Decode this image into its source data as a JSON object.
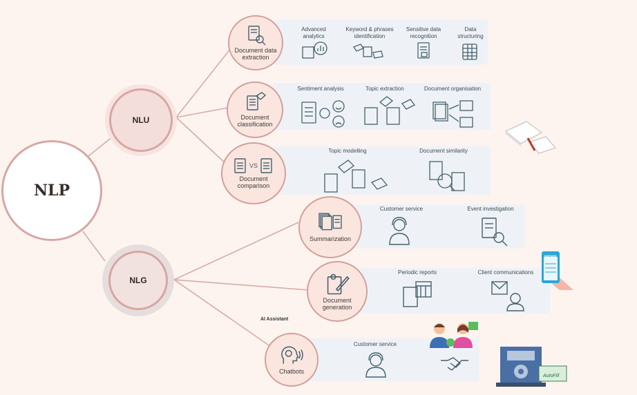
{
  "root": "NLP",
  "branches": [
    {
      "label": "NLU"
    },
    {
      "label": "NLG"
    }
  ],
  "nodes": {
    "extraction": {
      "label": "Document data extraction",
      "features": [
        "Advanced analytics",
        "Keyword & phrases identification",
        "Sensitive data recognition",
        "Data structuring"
      ]
    },
    "classification": {
      "label": "Document classification",
      "features": [
        "Sentiment analysis",
        "Topic extraction",
        "Document organisation"
      ]
    },
    "comparison": {
      "label": "Document comparison",
      "vs": "VS",
      "features": [
        "Topic modelling",
        "Document similarity"
      ]
    },
    "summarization": {
      "label": "Summarization",
      "features": [
        "Customer service",
        "Event investigation"
      ]
    },
    "generation": {
      "label": "Document generation",
      "features": [
        "Periodic reports",
        "Client communications"
      ]
    },
    "chatbots": {
      "label": "Chatbots",
      "features": [
        "Customer service"
      ]
    }
  },
  "ai_assistant": "AI Assistant",
  "news_label": "NEWS",
  "autofill_label": "AutoFill",
  "colors": {
    "background": "#fdf4ef",
    "line": "#d6aba7",
    "node_fill": "#fbe6df",
    "panel": "#eef2f6",
    "icon": "#44606b"
  }
}
